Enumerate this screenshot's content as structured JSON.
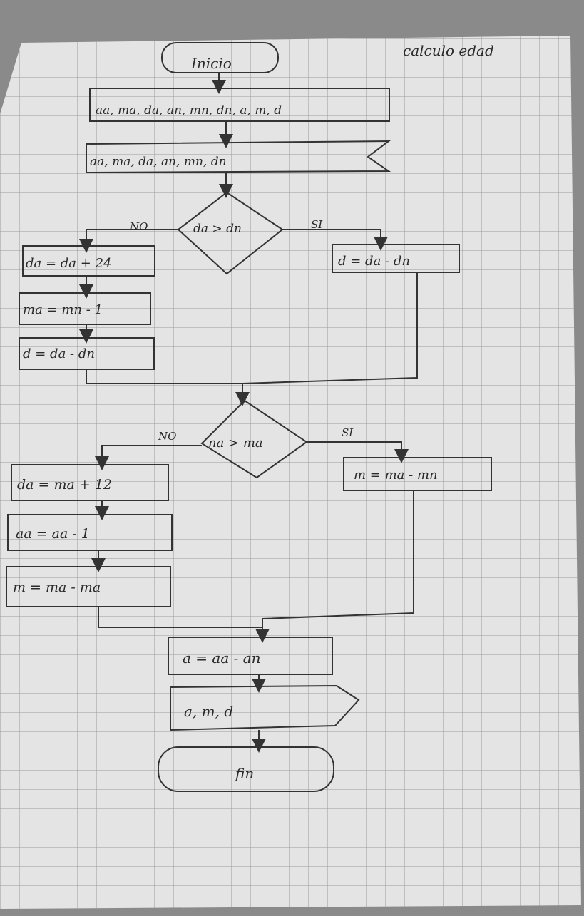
{
  "header": {
    "note": "calculo edad"
  },
  "flowchart": {
    "start": "Inicio",
    "input_box": "aa, ma, da, an, mn, dn, a, m, d",
    "read_box": "aa, ma, da, an, mn, dn",
    "decision1": {
      "label": "da > dn",
      "no_label": "NO",
      "yes_label": "SI",
      "no_steps": [
        "da = da + 24",
        "ma = mn - 1",
        "d = da - dn"
      ],
      "yes_steps": [
        "d = da - dn"
      ]
    },
    "decision2": {
      "label": "na > ma",
      "no_label": "NO",
      "yes_label": "SI",
      "no_steps": [
        "da = ma + 12",
        "aa = aa - 1",
        "m = ma - ma"
      ],
      "yes_steps": [
        "m = ma - mn"
      ]
    },
    "compute_years": "a = aa - an",
    "output_box": "a, m, d",
    "end": "fin"
  }
}
